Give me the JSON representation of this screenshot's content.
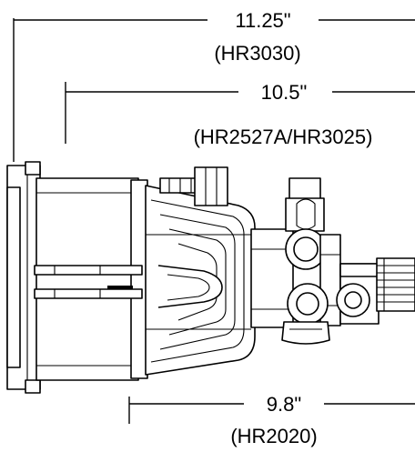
{
  "dimensions": [
    {
      "value": "11.25\"",
      "model": "(HR3030)"
    },
    {
      "value": "10.5\"",
      "model": "(HR2527A/HR3025)"
    },
    {
      "value": "9.8\"",
      "model": "(HR2020)"
    }
  ],
  "colors": {
    "ink": "#000000",
    "background": "#ffffff"
  }
}
